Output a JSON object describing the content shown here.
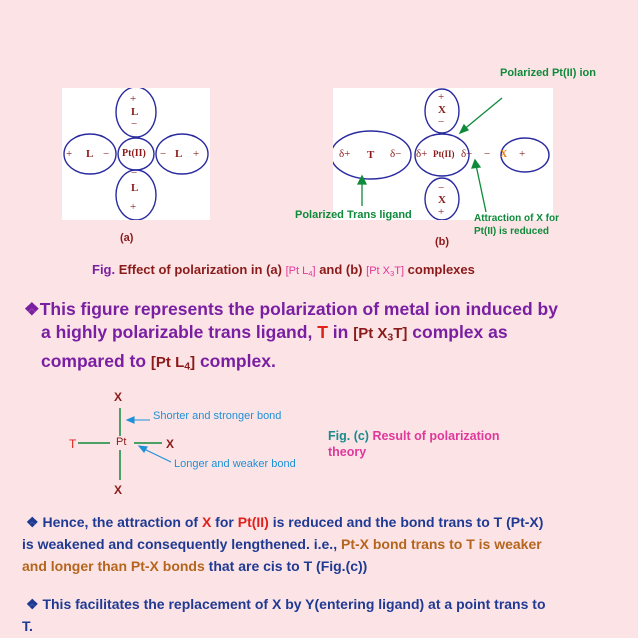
{
  "colors": {
    "background": "#fce4e6",
    "dark_blue": "#1f3a93",
    "purple": "#7a1fa2",
    "maroon": "#8b1a1a",
    "red": "#e0201b",
    "green": "#0e8a3a",
    "teal": "#1a8a8a",
    "cyan_blue": "#1e90d6",
    "magenta": "#e0389a",
    "brown": "#b5651d",
    "circle_blue": "#2a2aa0"
  },
  "fig_a": {
    "top_L": "L",
    "bottom_L": "L",
    "left_L": "L",
    "right_L": "L",
    "center": "Pt(II)",
    "plus": "+",
    "minus": "−",
    "label": "(a)"
  },
  "fig_b": {
    "top_X": "X",
    "bottom_X": "X",
    "right_X": "X",
    "trans_T": "T",
    "center": "Pt(II)",
    "delta_plus": "δ+",
    "delta_minus": "δ−",
    "plus": "+",
    "minus": "−",
    "label": "(b)",
    "ann_polarized_pt": "Polarized Pt(II) ion",
    "ann_polarized_trans": "Polarized Trans ligand",
    "ann_attraction": "Attraction of X for Pt(II) is reduced"
  },
  "caption": {
    "prefix": "Fig.",
    "text1": "Effect of polarization in (a)",
    "formula_a": "[Pt L",
    "formula_a_sub": "4",
    "formula_a_end": "]",
    "text2": "and (b)",
    "formula_b": "[Pt X",
    "formula_b_sub": "3",
    "formula_b_end": "T]",
    "text3": "complexes"
  },
  "bullet1": {
    "marker": "❖",
    "line1": "This figure represents the polarization of metal ion induced by",
    "line2a": "a highly polarizable trans ligand,",
    "line2_T": "T",
    "line2_in": "in",
    "line2_formula": "[Pt X",
    "line2_sub": "3",
    "line2_formula_end": "T]",
    "line2_end": "complex as",
    "line3a": "compared to",
    "line3_formula": "[Pt L",
    "line3_sub": "4",
    "line3_formula_end": "]",
    "line3_end": "complex."
  },
  "fig_c": {
    "top_X": "X",
    "bottom_X": "X",
    "right_X": "X",
    "left_T": "T",
    "center": "Pt",
    "ann_shorter": "Shorter and stronger bond",
    "ann_longer": "Longer and weaker bond",
    "caption_prefix": "Fig. (c)",
    "caption_text": "Result of polarization theory"
  },
  "bullet2": {
    "marker": "❖",
    "t1": "Hence, the attraction of",
    "t_X": "X",
    "t_for": "for",
    "t_Pt": "Pt(II)",
    "t2": "is reduced and the bond trans to T (Pt-X)",
    "t3": "is weakened and consequently lengthened. i.e.,",
    "t_brown1": "Pt-X bond trans to T is weaker",
    "t_brown2": "and longer than Pt-X bonds",
    "t4": "that are cis to T (Fig.(c))"
  },
  "bullet3": {
    "marker": "❖",
    "line1": "This facilitates the replacement of X by Y(entering ligand) at a point trans to",
    "line2": "T."
  }
}
